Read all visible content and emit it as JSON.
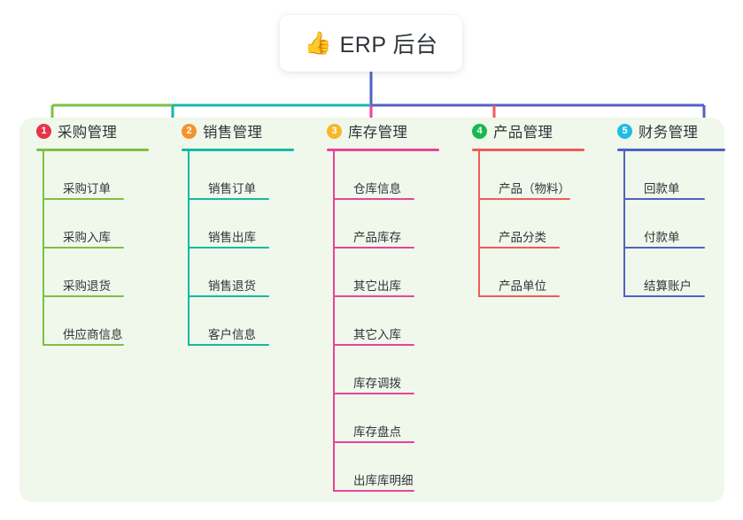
{
  "root": {
    "icon": "thumbs-up-icon",
    "icon_glyph": "👍",
    "label": "ERP 后台"
  },
  "theme": {
    "page_background": "#ffffff",
    "panel_background": "#eff8ea",
    "text_color": "#30353a",
    "root_stem_color": "#5161c4"
  },
  "columns": [
    {
      "number": "1",
      "title": "采购管理",
      "line_color": "#7cc142",
      "badge_color": "#e8334a",
      "connector_color": "#7cc142",
      "items": [
        {
          "label": "采购订单"
        },
        {
          "label": "采购入库"
        },
        {
          "label": "采购退货"
        },
        {
          "label": "供应商信息"
        }
      ]
    },
    {
      "number": "2",
      "title": "销售管理",
      "line_color": "#13b9a6",
      "badge_color": "#f4922c",
      "connector_color": "#13b9a6",
      "items": [
        {
          "label": "销售订单"
        },
        {
          "label": "销售出库"
        },
        {
          "label": "销售退货"
        },
        {
          "label": "客户信息"
        }
      ]
    },
    {
      "number": "3",
      "title": "库存管理",
      "line_color": "#e8439b",
      "badge_color": "#f6b72b",
      "connector_color": "#e8439b",
      "items": [
        {
          "label": "仓库信息"
        },
        {
          "label": "产品库存"
        },
        {
          "label": "其它出库"
        },
        {
          "label": "其它入库"
        },
        {
          "label": "库存调拨"
        },
        {
          "label": "库存盘点"
        },
        {
          "label": "出库库明细"
        }
      ]
    },
    {
      "number": "4",
      "title": "产品管理",
      "line_color": "#f15a5a",
      "badge_color": "#18b84e",
      "connector_color": "#f15a5a",
      "items": [
        {
          "label": "产品（物料）"
        },
        {
          "label": "产品分类"
        },
        {
          "label": "产品单位"
        }
      ]
    },
    {
      "number": "5",
      "title": "财务管理",
      "line_color": "#5161c4",
      "badge_color": "#20bce6",
      "connector_color": "#5161c4",
      "items": [
        {
          "label": "回款单"
        },
        {
          "label": "付款单"
        },
        {
          "label": "结算账户"
        }
      ]
    }
  ]
}
